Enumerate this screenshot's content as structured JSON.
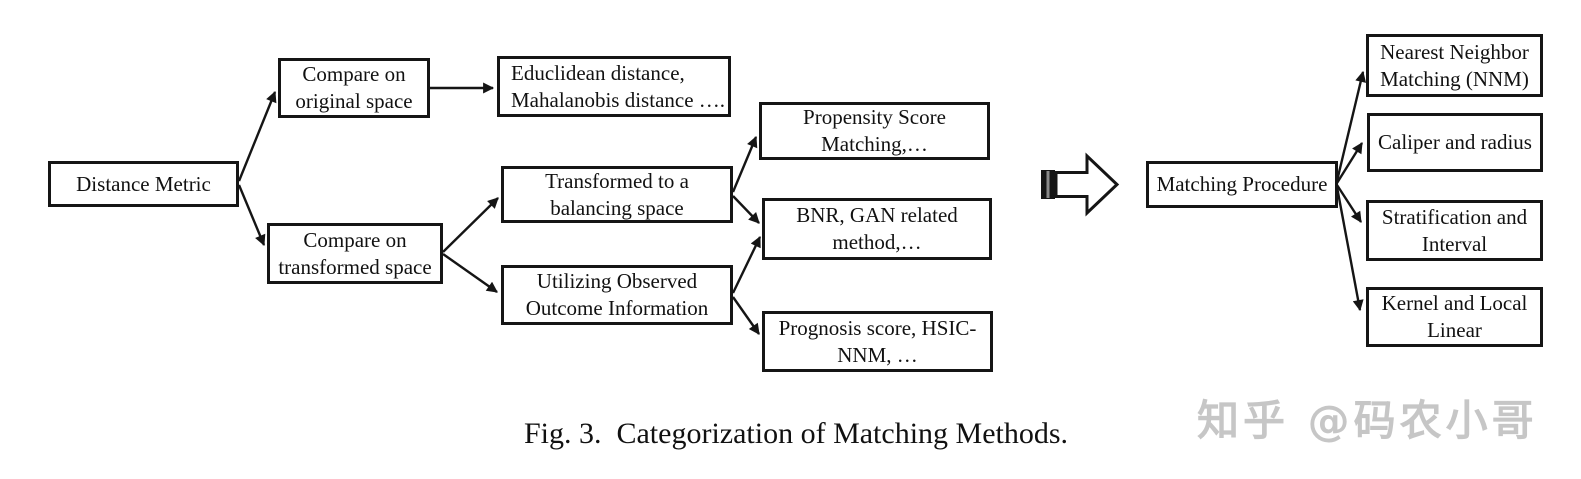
{
  "figure": {
    "caption": "Fig. 3.  Categorization of Matching Methods.",
    "watermark": "知乎 @码农小哥",
    "ink_color": "#151515",
    "watermark_color": "#c6c6c6",
    "background_color": "#ffffff"
  },
  "nodes": {
    "distance_metric": {
      "label": "Distance Metric"
    },
    "compare_original": {
      "label": "Compare on\noriginal space"
    },
    "euclidean": {
      "label": "Educlidean distance,\nMahalanobis distance …."
    },
    "compare_transformed": {
      "label": "Compare on\ntransformed space"
    },
    "transformed_balancing": {
      "label": "Transformed to a\nbalancing space"
    },
    "utilizing_observed": {
      "label": "Utilizing Observed\nOutcome Information"
    },
    "propensity": {
      "label": "Propensity Score\nMatching,…"
    },
    "bnr": {
      "label": "BNR, GAN related\nmethod,…"
    },
    "prognosis": {
      "label": "Prognosis score, HSIC-\nNNM, …"
    },
    "matching_procedure": {
      "label": "Matching Procedure"
    },
    "nnm": {
      "label": "Nearest Neighbor\nMatching (NNM)"
    },
    "caliper": {
      "label": "Caliper and radius"
    },
    "stratification": {
      "label": "Stratification and\nInterval"
    },
    "kernel": {
      "label": "Kernel and Local\nLinear"
    }
  },
  "edges": [
    {
      "from": "distance_metric",
      "to": "compare_original"
    },
    {
      "from": "distance_metric",
      "to": "compare_transformed"
    },
    {
      "from": "compare_original",
      "to": "euclidean"
    },
    {
      "from": "compare_transformed",
      "to": "transformed_balancing"
    },
    {
      "from": "compare_transformed",
      "to": "utilizing_observed"
    },
    {
      "from": "transformed_balancing",
      "to": "propensity"
    },
    {
      "from": "transformed_balancing",
      "to": "bnr"
    },
    {
      "from": "utilizing_observed",
      "to": "bnr"
    },
    {
      "from": "utilizing_observed",
      "to": "prognosis"
    },
    {
      "from": "matching_procedure",
      "to": "nnm"
    },
    {
      "from": "matching_procedure",
      "to": "caliper"
    },
    {
      "from": "matching_procedure",
      "to": "stratification"
    },
    {
      "from": "matching_procedure",
      "to": "kernel"
    }
  ]
}
